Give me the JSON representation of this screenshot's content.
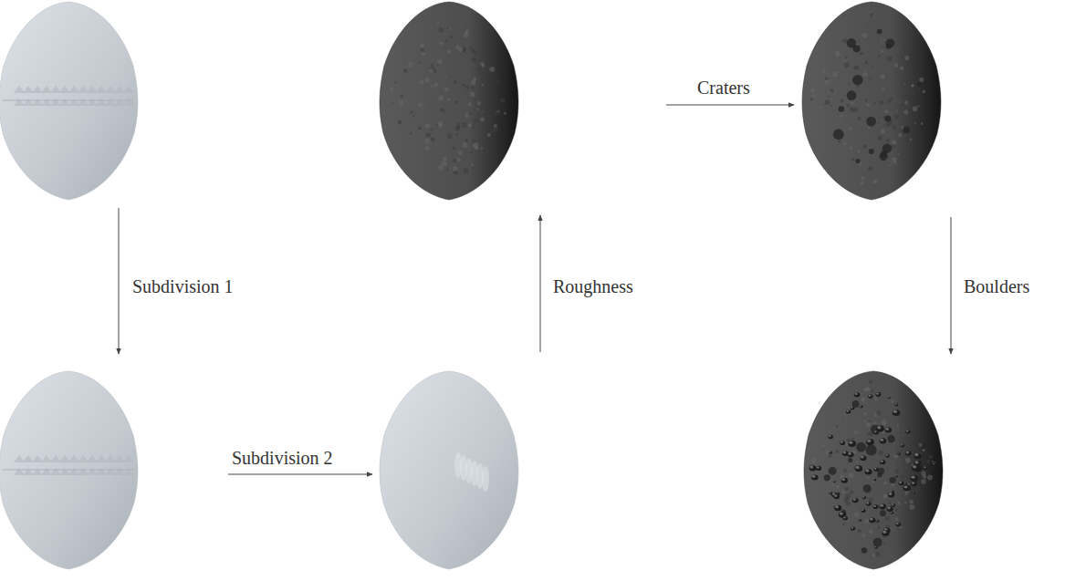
{
  "diagram": {
    "labels": [
      "Subdivision 1",
      "Subdivision 2",
      "Roughness",
      "Craters",
      "Boulders"
    ]
  }
}
